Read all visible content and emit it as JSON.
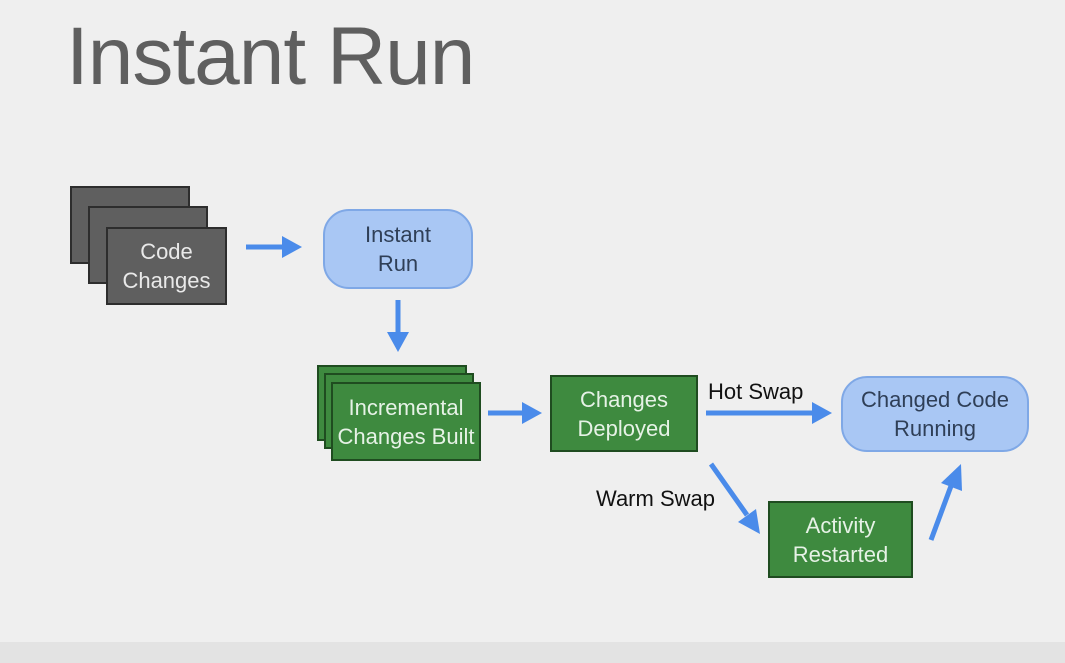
{
  "title": "Instant Run",
  "nodes": {
    "code_changes": "Code\nChanges",
    "instant_run": "Instant\nRun",
    "incremental_changes_built": "Incremental\nChanges Built",
    "changes_deployed": "Changes\nDeployed",
    "changed_code_running": "Changed Code\nRunning",
    "activity_restarted": "Activity\nRestarted"
  },
  "edges": {
    "hot_swap": "Hot Swap",
    "warm_swap": "Warm Swap"
  },
  "colors": {
    "arrow": "#4a8bea",
    "gray_box": "#5f5f5f",
    "green_box": "#3e8a3f",
    "blue_box": "#a9c7f4"
  }
}
